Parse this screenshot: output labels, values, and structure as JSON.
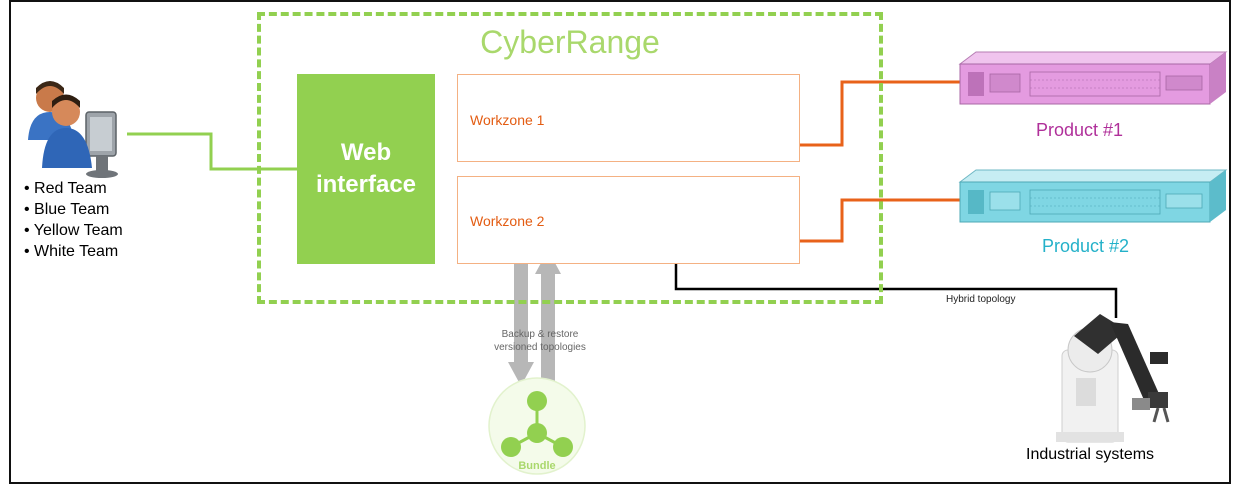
{
  "diagram": {
    "cyberrange_title": "CyberRange",
    "web_interface_label": "Web\ninterface",
    "workzones": [
      {
        "label": "Workzone 1"
      },
      {
        "label": "Workzone 2"
      }
    ],
    "teams": [
      "Red Team",
      "Blue Team",
      "Yellow Team",
      "White Team"
    ],
    "products": [
      {
        "label": "Product #1",
        "color": "#b0309a",
        "device_color": "#e49be0"
      },
      {
        "label": "Product #2",
        "color": "#24b1c9",
        "device_color": "#7fd6e3"
      }
    ],
    "hybrid_topology_label": "Hybrid topology",
    "backup_label": "Backup & restore versioned topologies",
    "bundle_label": "Bundle",
    "industrial_label": "Industrial systems",
    "colors": {
      "green": "#92d050",
      "orange": "#e8621a",
      "black": "#000000",
      "gray_arrow": "#b7b7b7"
    }
  }
}
